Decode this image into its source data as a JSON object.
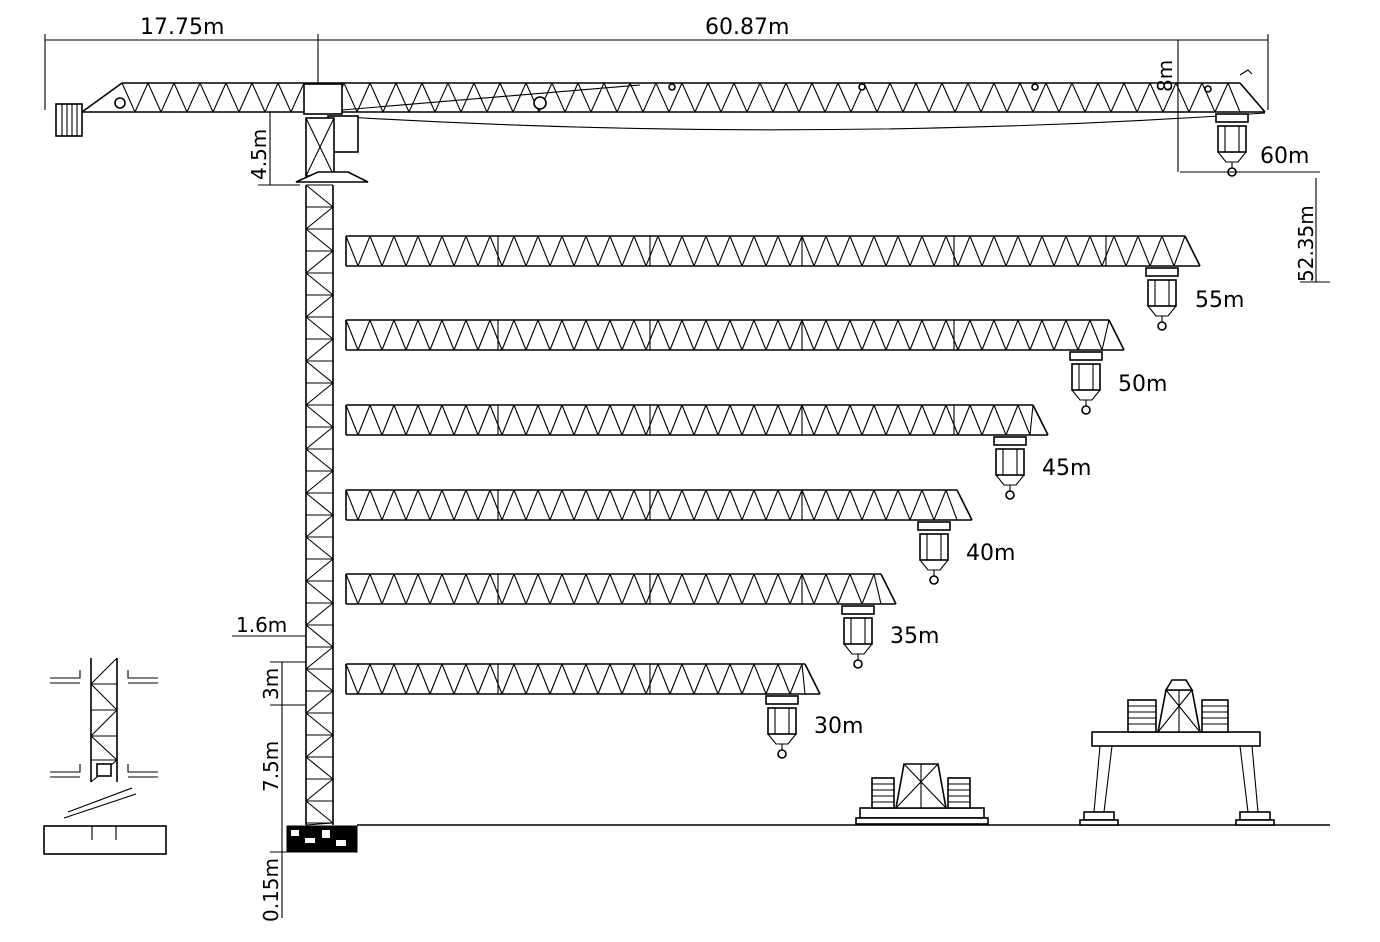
{
  "dimensions": {
    "counter_jib_length": "17.75m",
    "jib_length": "60.87m",
    "top_height": "8m",
    "cab_height": "4.5m",
    "hook_height": "52.35m",
    "section_width": "1.6m",
    "section_height": "3m",
    "base_section": "7.5m",
    "foundation": "0.15m"
  },
  "jib_options": [
    {
      "label": "60m"
    },
    {
      "label": "55m"
    },
    {
      "label": "50m"
    },
    {
      "label": "45m"
    },
    {
      "label": "40m"
    },
    {
      "label": "35m"
    },
    {
      "label": "30m"
    }
  ]
}
